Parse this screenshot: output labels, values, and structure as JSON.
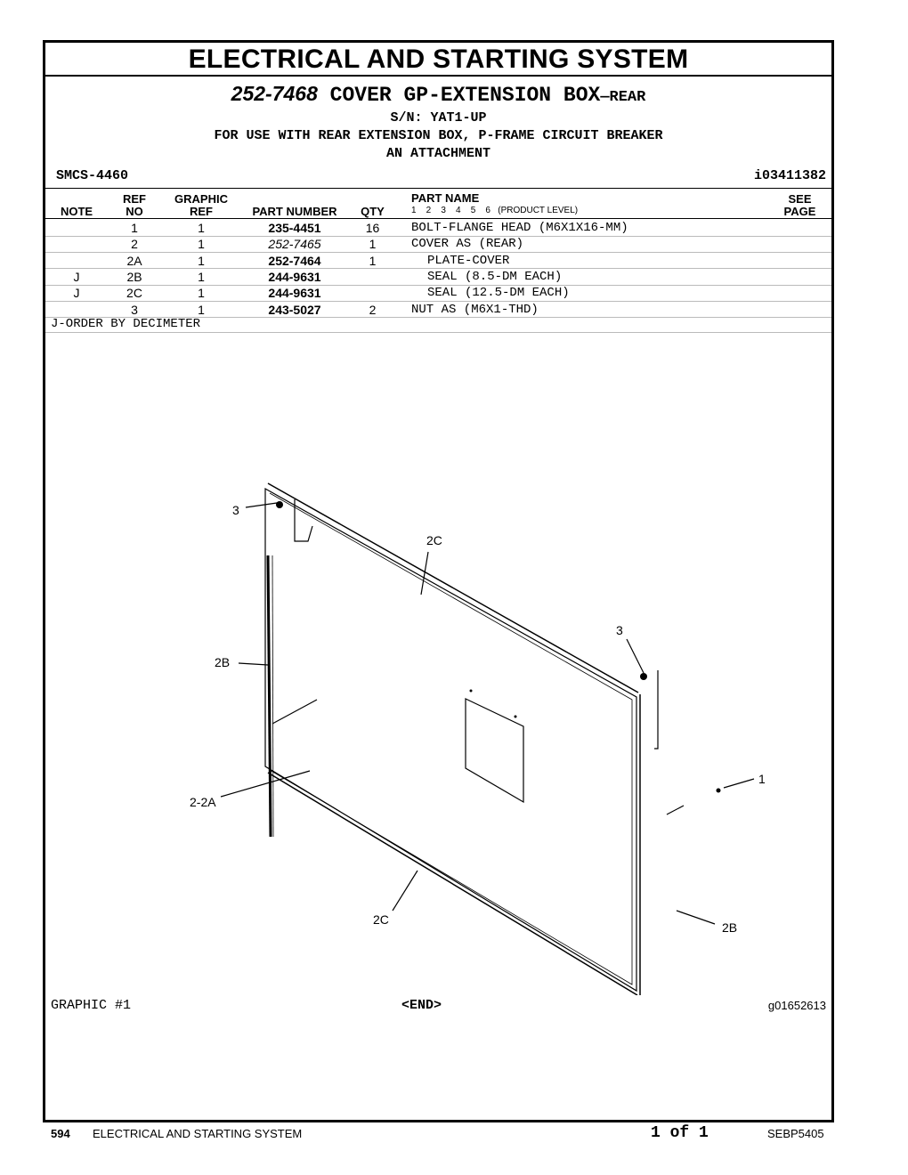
{
  "header": "ELECTRICAL AND STARTING SYSTEM",
  "title": {
    "part_number": "252-7468",
    "name": "COVER GP-EXTENSION BOX",
    "suffix": "—REAR"
  },
  "serial": "S/N: YAT1-UP",
  "usage": "FOR USE WITH REAR EXTENSION BOX, P-FRAME CIRCUIT BREAKER",
  "attachment": "AN ATTACHMENT",
  "smcs": "SMCS-4460",
  "doc_id": "i03411382",
  "columns": {
    "note": "NOTE",
    "ref_no_1": "REF",
    "ref_no_2": "NO",
    "graphic_ref_1": "GRAPHIC",
    "graphic_ref_2": "REF",
    "part_number": "PART NUMBER",
    "qty": "QTY",
    "part_name": "PART NAME",
    "product_level": "1    2    3    4    5    6   (PRODUCT LEVEL)",
    "see_page_1": "SEE",
    "see_page_2": "PAGE"
  },
  "rows": [
    {
      "note": "",
      "ref": "1",
      "graphic": "1",
      "part": "235-4451",
      "qty": "16",
      "name": "BOLT-FLANGE HEAD (M6X1X16-MM)",
      "indent": 0,
      "italic": false
    },
    {
      "note": "",
      "ref": "2",
      "graphic": "1",
      "part": "252-7465",
      "qty": "1",
      "name": "COVER AS (REAR)",
      "indent": 0,
      "italic": true
    },
    {
      "note": "",
      "ref": "2A",
      "graphic": "1",
      "part": "252-7464",
      "qty": "1",
      "name": "PLATE-COVER",
      "indent": 1,
      "italic": false
    },
    {
      "note": "J",
      "ref": "2B",
      "graphic": "1",
      "part": "244-9631",
      "qty": "",
      "name": "SEAL (8.5-DM EACH)",
      "indent": 1,
      "italic": false
    },
    {
      "note": "J",
      "ref": "2C",
      "graphic": "1",
      "part": "244-9631",
      "qty": "",
      "name": "SEAL (12.5-DM EACH)",
      "indent": 1,
      "italic": false
    },
    {
      "note": "",
      "ref": "3",
      "graphic": "1",
      "part": "243-5027",
      "qty": "2",
      "name": "NUT AS (M6X1-THD)",
      "indent": 0,
      "italic": false
    }
  ],
  "footnote": "J-ORDER BY DECIMETER",
  "callouts": {
    "c3a": "3",
    "c2c_top": "2C",
    "c3b": "3",
    "c2b_left": "2B",
    "c1": "1",
    "c22a": "2-2A",
    "c2c_bottom": "2C",
    "c2b_right": "2B"
  },
  "graphic_label": "GRAPHIC #1",
  "end_mark": "<END>",
  "graphic_id": "g01652613",
  "footer": {
    "page": "594",
    "section": "ELECTRICAL AND STARTING SYSTEM",
    "page_of": "1 of 1",
    "doc": "SEBP5405"
  }
}
